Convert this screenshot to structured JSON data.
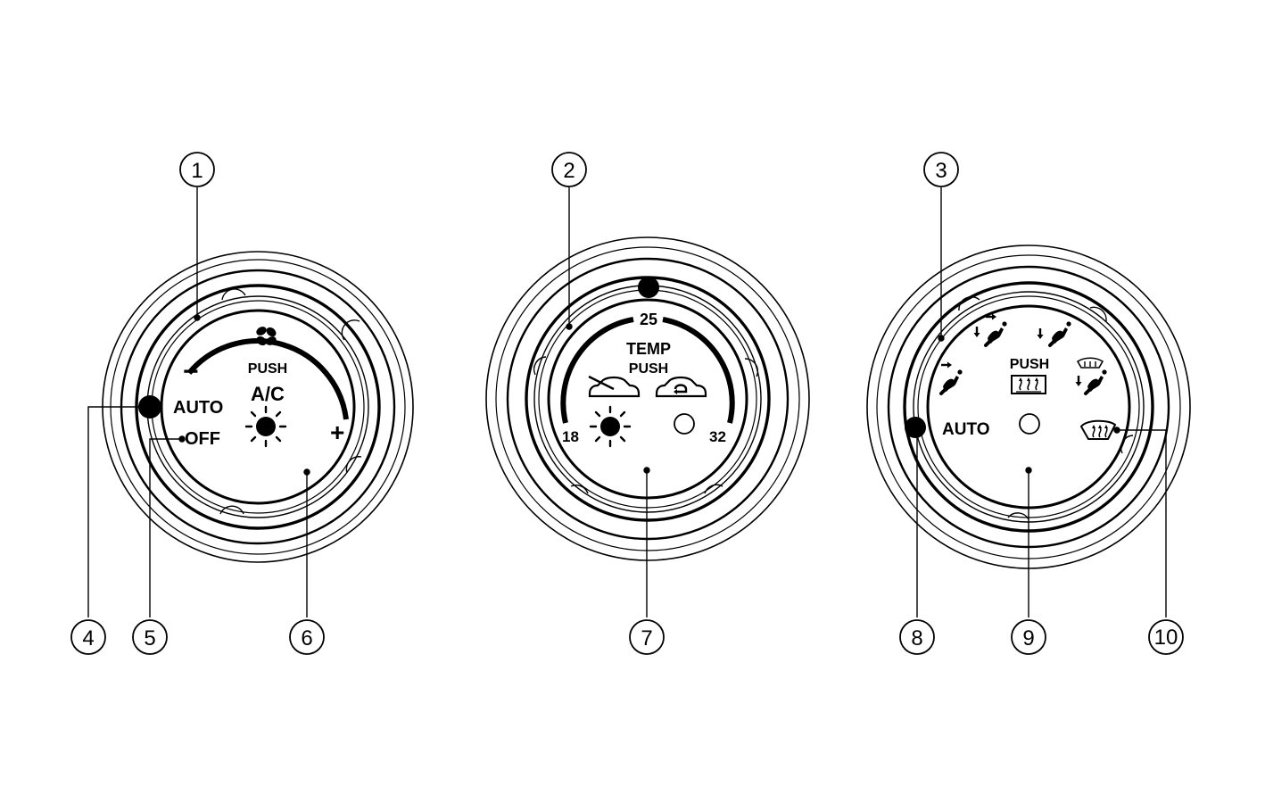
{
  "dial_fan": {
    "minus": "−",
    "plus": "+",
    "push": "PUSH",
    "ac": "A/C",
    "auto": "AUTO",
    "off": "OFF"
  },
  "dial_temp": {
    "mark_25": "25",
    "temp": "TEMP",
    "push": "PUSH",
    "mark_18": "18",
    "mark_32": "32"
  },
  "dial_mode": {
    "push": "PUSH",
    "auto": "AUTO"
  },
  "callouts": [
    "1",
    "2",
    "3",
    "4",
    "5",
    "6",
    "7",
    "8",
    "9",
    "10"
  ],
  "icons": {
    "fan": "fan-icon",
    "sun": "sun-icon",
    "fresh_air": "fresh-air-car-icon",
    "recirc": "recirculation-car-icon",
    "rear_defrost": "rear-defroster-icon",
    "front_defrost": "front-defroster-icon",
    "vent": "vent-mode-icon",
    "bilevel": "bi-level-mode-icon",
    "foot": "foot-mode-icon",
    "foot_defrost": "foot-defrost-mode-icon"
  }
}
